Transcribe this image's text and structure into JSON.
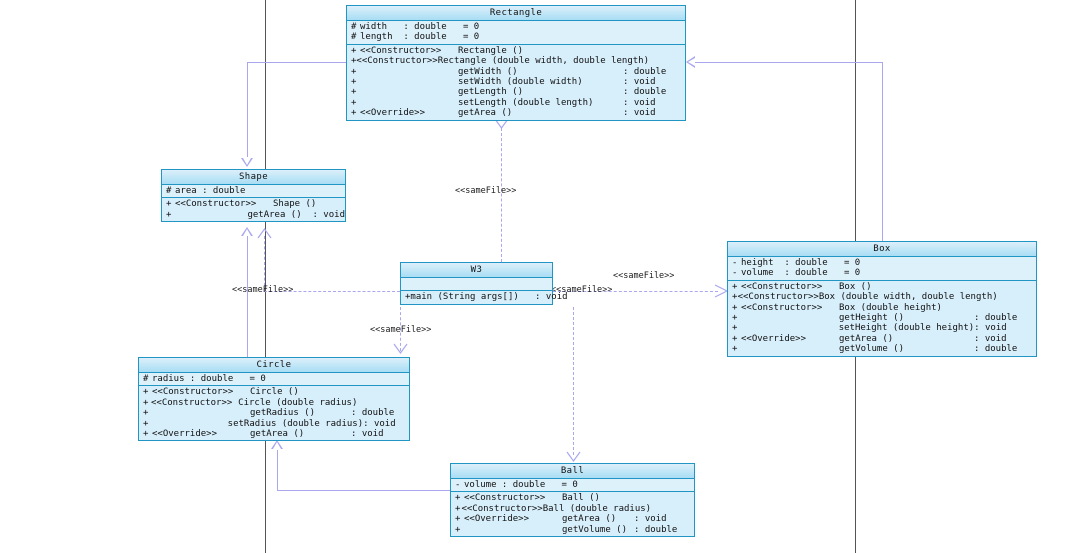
{
  "diagram": {
    "kind": "uml-class-diagram",
    "accent_color": "#2196c4",
    "class_fill": "#ddf1fb",
    "connector_color": "#a9a8ee",
    "guide_color": "#555555"
  },
  "classes": {
    "rectangle": {
      "name": "Rectangle",
      "attributes": [
        {
          "vis": "#",
          "text": "width   : double   = 0"
        },
        {
          "vis": "#",
          "text": "length  : double   = 0"
        }
      ],
      "operations": [
        {
          "vis": "+",
          "stereotype": "<<Constructor>>",
          "signature": "Rectangle ()",
          "type": ""
        },
        {
          "vis": "+",
          "stereotype": "<<Constructor>>",
          "signature": "Rectangle (double width, double length)",
          "type": ""
        },
        {
          "vis": "+",
          "stereotype": "",
          "signature": "getWidth ()",
          "type": ": double"
        },
        {
          "vis": "+",
          "stereotype": "",
          "signature": "setWidth (double width)",
          "type": ": void"
        },
        {
          "vis": "+",
          "stereotype": "",
          "signature": "getLength ()",
          "type": ": double"
        },
        {
          "vis": "+",
          "stereotype": "",
          "signature": "setLength (double length)",
          "type": ": void"
        },
        {
          "vis": "+",
          "stereotype": "<<Override>>",
          "signature": "getArea ()",
          "type": ": void"
        }
      ]
    },
    "shape": {
      "name": "Shape",
      "attributes": [
        {
          "vis": "#",
          "text": "area : double"
        }
      ],
      "operations": [
        {
          "vis": "+",
          "stereotype": "<<Constructor>>",
          "signature": "Shape ()",
          "type": ""
        },
        {
          "vis": "+",
          "stereotype": "",
          "signature": "getArea ()  : void",
          "type": ""
        }
      ]
    },
    "box": {
      "name": "Box",
      "attributes": [
        {
          "vis": "-",
          "text": "height  : double   = 0"
        },
        {
          "vis": "-",
          "text": "volume  : double   = 0"
        }
      ],
      "operations": [
        {
          "vis": "+",
          "stereotype": "<<Constructor>>",
          "signature": "Box ()",
          "type": ""
        },
        {
          "vis": "+",
          "stereotype": "<<Constructor>>",
          "signature": "Box (double width, double length)",
          "type": ""
        },
        {
          "vis": "+",
          "stereotype": "<<Constructor>>",
          "signature": "Box (double height)",
          "type": ""
        },
        {
          "vis": "+",
          "stereotype": "",
          "signature": "getHeight ()",
          "type": ": double"
        },
        {
          "vis": "+",
          "stereotype": "",
          "signature": "setHeight (double height)",
          "type": ": void"
        },
        {
          "vis": "+",
          "stereotype": "<<Override>>",
          "signature": "getArea ()",
          "type": ": void"
        },
        {
          "vis": "+",
          "stereotype": "",
          "signature": "getVolume ()",
          "type": ": double"
        }
      ]
    },
    "circle": {
      "name": "Circle",
      "attributes": [
        {
          "vis": "#",
          "text": "radius : double   = 0"
        }
      ],
      "operations": [
        {
          "vis": "+",
          "stereotype": "<<Constructor>>",
          "signature": "Circle ()",
          "type": ""
        },
        {
          "vis": "+",
          "stereotype": "<<Constructor>>",
          "signature": "Circle (double radius)",
          "type": ""
        },
        {
          "vis": "+",
          "stereotype": "",
          "signature": "getRadius ()",
          "type": ": double"
        },
        {
          "vis": "+",
          "stereotype": "",
          "signature": "setRadius (double radius)",
          "type": ": void"
        },
        {
          "vis": "+",
          "stereotype": "<<Override>>",
          "signature": "getArea ()",
          "type": ": void"
        }
      ]
    },
    "ball": {
      "name": "Ball",
      "attributes": [
        {
          "vis": "-",
          "text": "volume : double   = 0"
        }
      ],
      "operations": [
        {
          "vis": "+",
          "stereotype": "<<Constructor>>",
          "signature": "Ball ()",
          "type": ""
        },
        {
          "vis": "+",
          "stereotype": "<<Constructor>>",
          "signature": "Ball (double radius)",
          "type": ""
        },
        {
          "vis": "+",
          "stereotype": "<<Override>>",
          "signature": "getArea ()",
          "type": ": void"
        },
        {
          "vis": "+",
          "stereotype": "",
          "signature": "getVolume ()",
          "type": ": double"
        }
      ]
    },
    "w3": {
      "name": "W3",
      "attributes": [],
      "operations": [
        {
          "vis": "+",
          "stereotype": "",
          "signature": "main (String args[])   : void",
          "type": ""
        }
      ]
    }
  },
  "edges": {
    "labels": {
      "same_file": "<<sameFile>>"
    },
    "list": [
      {
        "id": "w3-to-rectangle",
        "type": "dependency",
        "label": "<<sameFile>>"
      },
      {
        "id": "w3-to-shape",
        "type": "dependency",
        "label": "<<sameFile>>"
      },
      {
        "id": "w3-to-box",
        "type": "dependency",
        "label": "<<sameFile>>"
      },
      {
        "id": "w3-to-circle",
        "type": "dependency",
        "label": "<<sameFile>>"
      },
      {
        "id": "w3-to-ball",
        "type": "dependency",
        "label": "<<sameFile>>"
      },
      {
        "id": "rectangle-extends-shape",
        "type": "generalization",
        "label": ""
      },
      {
        "id": "circle-extends-shape",
        "type": "generalization",
        "label": ""
      },
      {
        "id": "box-extends-rectangle",
        "type": "generalization",
        "label": ""
      },
      {
        "id": "ball-extends-circle",
        "type": "generalization",
        "label": ""
      }
    ]
  }
}
